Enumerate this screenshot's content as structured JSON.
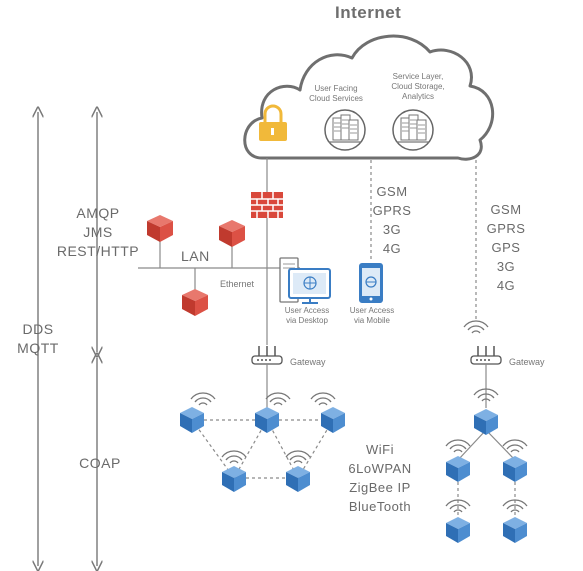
{
  "title": "Internet",
  "cloud": {
    "user_facing": "User Facing\nCloud Services",
    "service_layer": "Service Layer,\nCloud Storage,\nAnalytics"
  },
  "left_protocols": {
    "upper": [
      "AMQP",
      "JMS",
      "REST/HTTP"
    ],
    "outer": [
      "DDS",
      "MQTT"
    ],
    "lower": [
      "COAP"
    ]
  },
  "lan_label": "LAN",
  "ethernet_label": "Ethernet",
  "user_access_desktop": "User Access\nvia Desktop",
  "user_access_mobile": "User Access\nvia Mobile",
  "mobile_protocols_1": [
    "GSM",
    "GPRS",
    "3G",
    "4G"
  ],
  "mobile_protocols_2": [
    "GSM",
    "GPRS",
    "GPS",
    "3G",
    "4G"
  ],
  "gateway_left": "Gateway",
  "gateway_right": "Gateway",
  "wireless_protocols": [
    "WiFi",
    "6LoWPAN",
    "ZigBee IP",
    "BlueTooth"
  ],
  "colors": {
    "cloud_stroke": "#6f6f6f",
    "red_node": "#d9483b",
    "blue_node": "#3a7dc4",
    "lock": "#f1b93a",
    "text": "#6a6a6a"
  }
}
